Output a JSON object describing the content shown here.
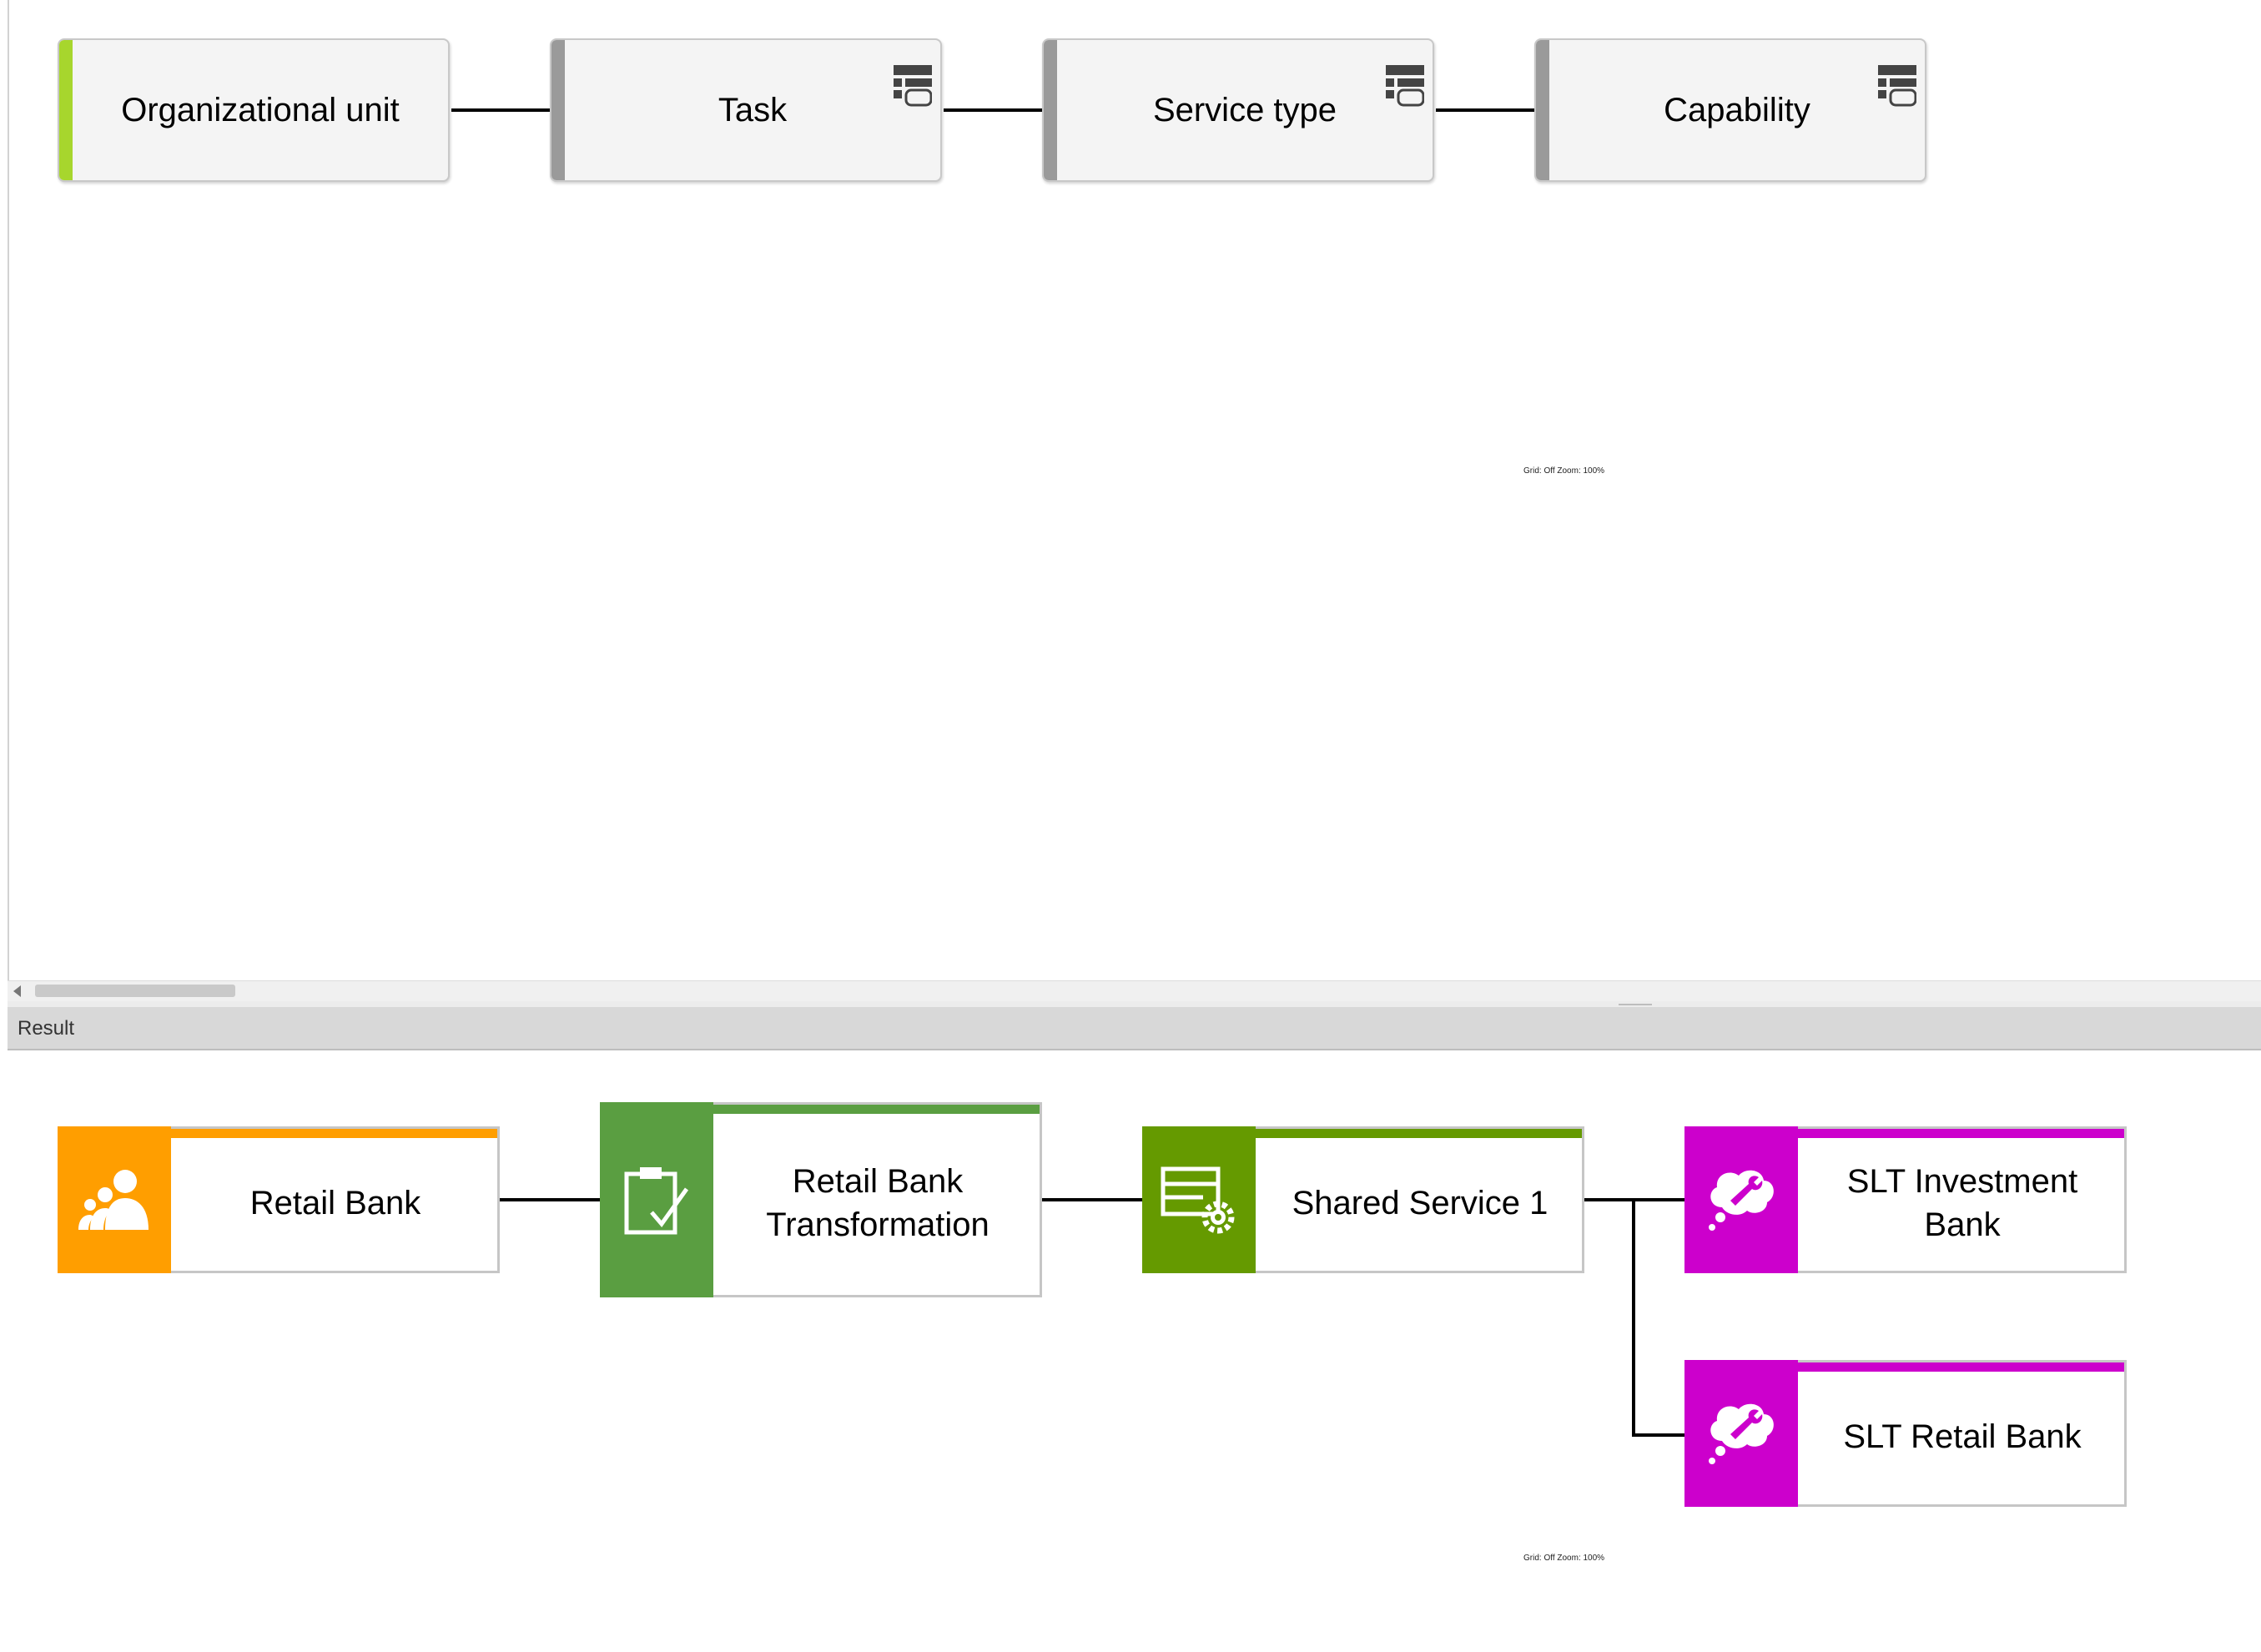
{
  "model": {
    "boxes": [
      {
        "label": "Organizational unit",
        "stripe_color": "#a7d62d",
        "has_icon": false
      },
      {
        "label": "Task",
        "stripe_color": "#9a9a9a",
        "has_icon": true,
        "icon": "database-table-icon"
      },
      {
        "label": "Service type",
        "stripe_color": "#9a9a9a",
        "has_icon": true,
        "icon": "database-table-icon"
      },
      {
        "label": "Capability",
        "stripe_color": "#9a9a9a",
        "has_icon": true,
        "icon": "database-table-icon"
      }
    ],
    "status_text": "Grid: Off  Zoom: 100%"
  },
  "result_panel": {
    "title": "Result",
    "boxes": [
      {
        "label": "Retail Bank",
        "color": "#ff9e00",
        "icon": "organization-people-icon"
      },
      {
        "label": "Retail Bank Transformation",
        "color": "#5a9e41",
        "icon": "clipboard-check-icon"
      },
      {
        "label": "Shared Service 1",
        "color": "#659a00",
        "icon": "service-gear-icon"
      },
      {
        "label": "SLT Investment Bank",
        "color": "#cc00cc",
        "icon": "capability-thought-icon"
      },
      {
        "label": "SLT Retail Bank",
        "color": "#cc00cc",
        "icon": "capability-thought-icon"
      }
    ],
    "status_text": "Grid: Off  Zoom: 100%"
  }
}
